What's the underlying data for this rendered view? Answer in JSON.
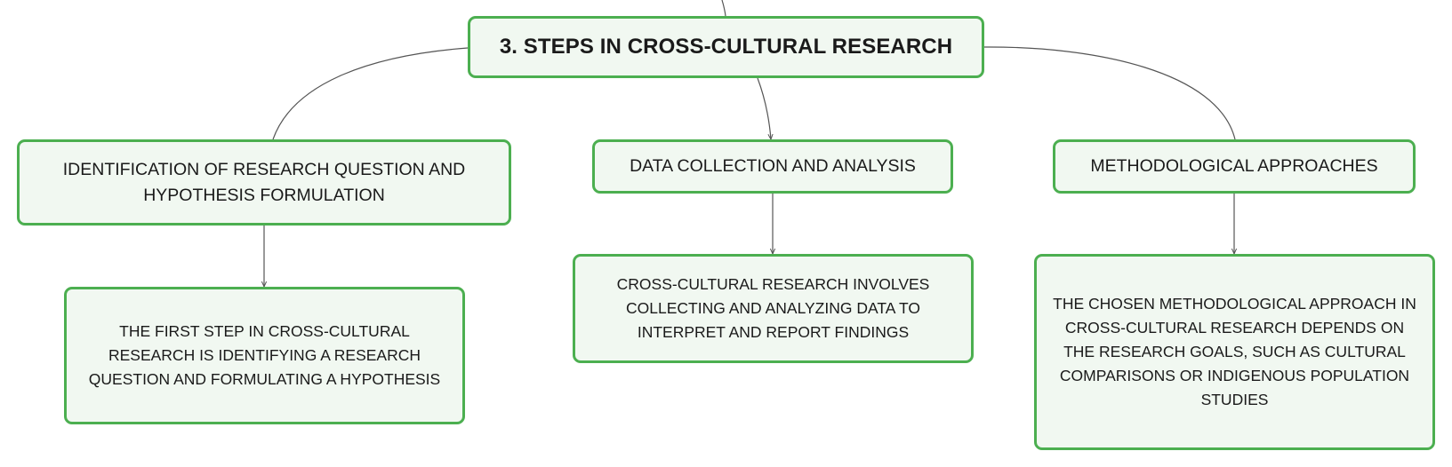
{
  "diagram": {
    "root": {
      "label": "3. STEPS IN CROSS-CULTURAL RESEARCH"
    },
    "branches": [
      {
        "label": "IDENTIFICATION OF RESEARCH QUESTION AND HYPOTHESIS FORMULATION",
        "detail": "THE FIRST STEP IN CROSS-CULTURAL RESEARCH IS IDENTIFYING A RESEARCH QUESTION AND FORMULATING A HYPOTHESIS"
      },
      {
        "label": "DATA COLLECTION AND ANALYSIS",
        "detail": "CROSS-CULTURAL RESEARCH INVOLVES COLLECTING AND ANALYZING DATA TO INTERPRET AND REPORT FINDINGS"
      },
      {
        "label": "METHODOLOGICAL APPROACHES",
        "detail": "THE CHOSEN METHODOLOGICAL APPROACH IN CROSS-CULTURAL RESEARCH DEPENDS ON THE RESEARCH GOALS, SUCH AS CULTURAL COMPARISONS OR INDIGENOUS POPULATION STUDIES"
      }
    ]
  },
  "colors": {
    "node_border": "#4caf50",
    "node_fill": "#f1f8f1",
    "connector": "#555555",
    "text": "#1a1a1a"
  }
}
